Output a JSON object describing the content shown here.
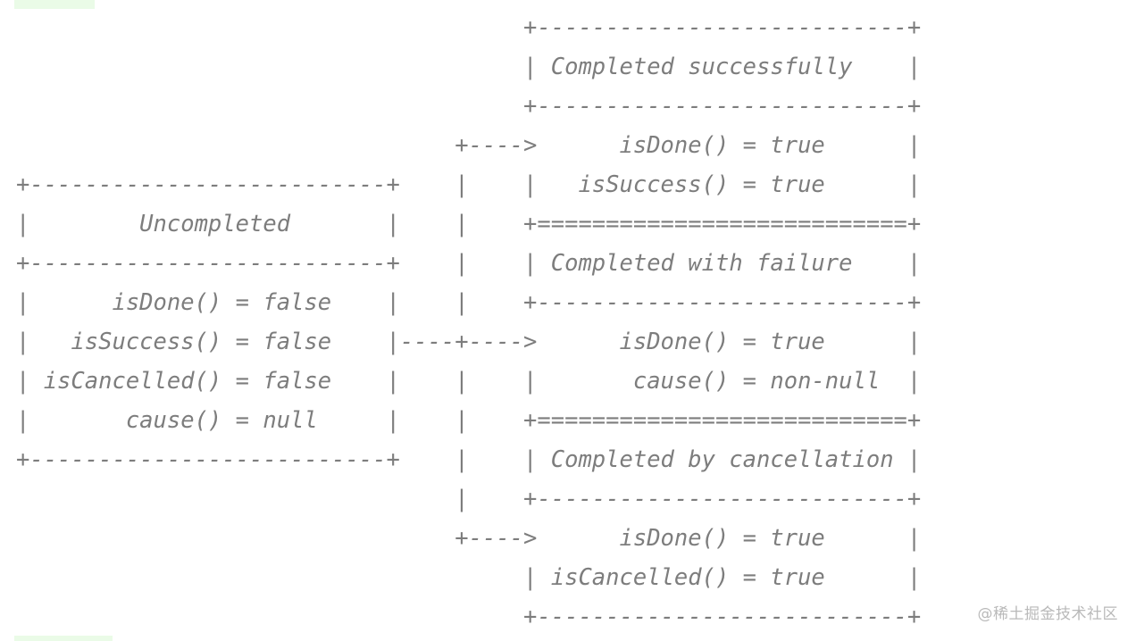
{
  "diagram_lines": [
    "                                     +---------------------------+",
    "                                     | Completed successfully    |",
    "                                     +---------------------------+",
    "                                +---->      isDone() = true      |",
    "+--------------------------+    |    |   isSuccess() = true      |",
    "|        Uncompleted       |    |    +===========================+",
    "+--------------------------+    |    | Completed with failure    |",
    "|      isDone() = false    |    |    +---------------------------+",
    "|   isSuccess() = false    |----+---->      isDone() = true      |",
    "| isCancelled() = false    |    |    |       cause() = non-null  |",
    "|       cause() = null     |    |    +===========================+",
    "+--------------------------+    |    | Completed by cancellation |",
    "                                |    +---------------------------+",
    "                                +---->      isDone() = true      |",
    "                                     | isCancelled() = true      |",
    "                                     +---------------------------+"
  ],
  "watermark": "@稀土掘金技术社区"
}
